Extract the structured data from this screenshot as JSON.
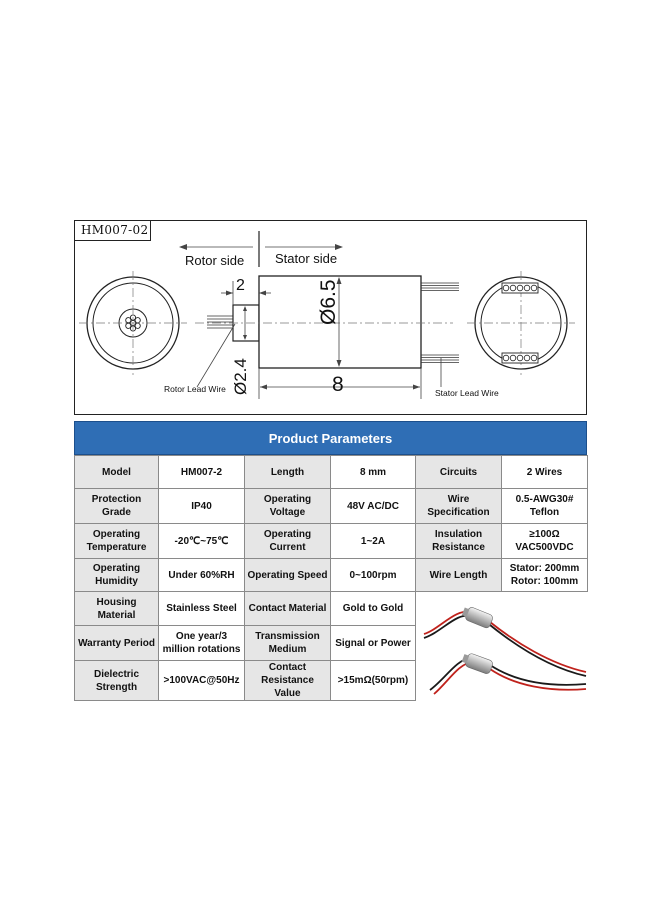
{
  "drawing": {
    "model_tag": "HM007-02",
    "rotor_side_label": "Rotor side",
    "stator_side_label": "Stator side",
    "dim_width_small": "2",
    "dim_diameter_body": "Ø6.5",
    "dim_diameter_shaft": "Ø2.4",
    "dim_length": "8",
    "rotor_lead_label": "Rotor Lead Wire",
    "stator_lead_label": "Stator Lead Wire"
  },
  "params": {
    "title": "Product Parameters",
    "rows": [
      [
        "Model",
        "HM007-2",
        "Length",
        "8 mm",
        "Circuits",
        "2 Wires"
      ],
      [
        "Protection Grade",
        "IP40",
        "Operating Voltage",
        "48V AC/DC",
        "Wire Specification",
        "0.5-AWG30# Teflon"
      ],
      [
        "Operating Temperature",
        "-20℃~75℃",
        "Operating Current",
        "1~2A",
        "Insulation Resistance",
        "≥100Ω VAC500VDC"
      ],
      [
        "Operating Humidity",
        "Under 60%RH",
        "Operating Speed",
        "0~100rpm",
        "Wire Length",
        "Stator: 200mm Rotor: 100mm"
      ],
      [
        "Housing Material",
        "Stainless Steel",
        "Contact Material",
        "Gold to Gold",
        "",
        ""
      ],
      [
        "Warranty Period",
        "One year/3 million rotations",
        "Transmission Medium",
        "Signal or Power",
        "",
        ""
      ],
      [
        "Dielectric Strength",
        ">100VAC@50Hz",
        "Contact Resistance Value",
        ">15mΩ(50rpm)",
        "",
        ""
      ]
    ]
  },
  "colors": {
    "header_blue": "#2f6eb5",
    "label_gray": "#e6e6e6",
    "wire_red": "#c0221c",
    "wire_black": "#1a1a1a"
  }
}
